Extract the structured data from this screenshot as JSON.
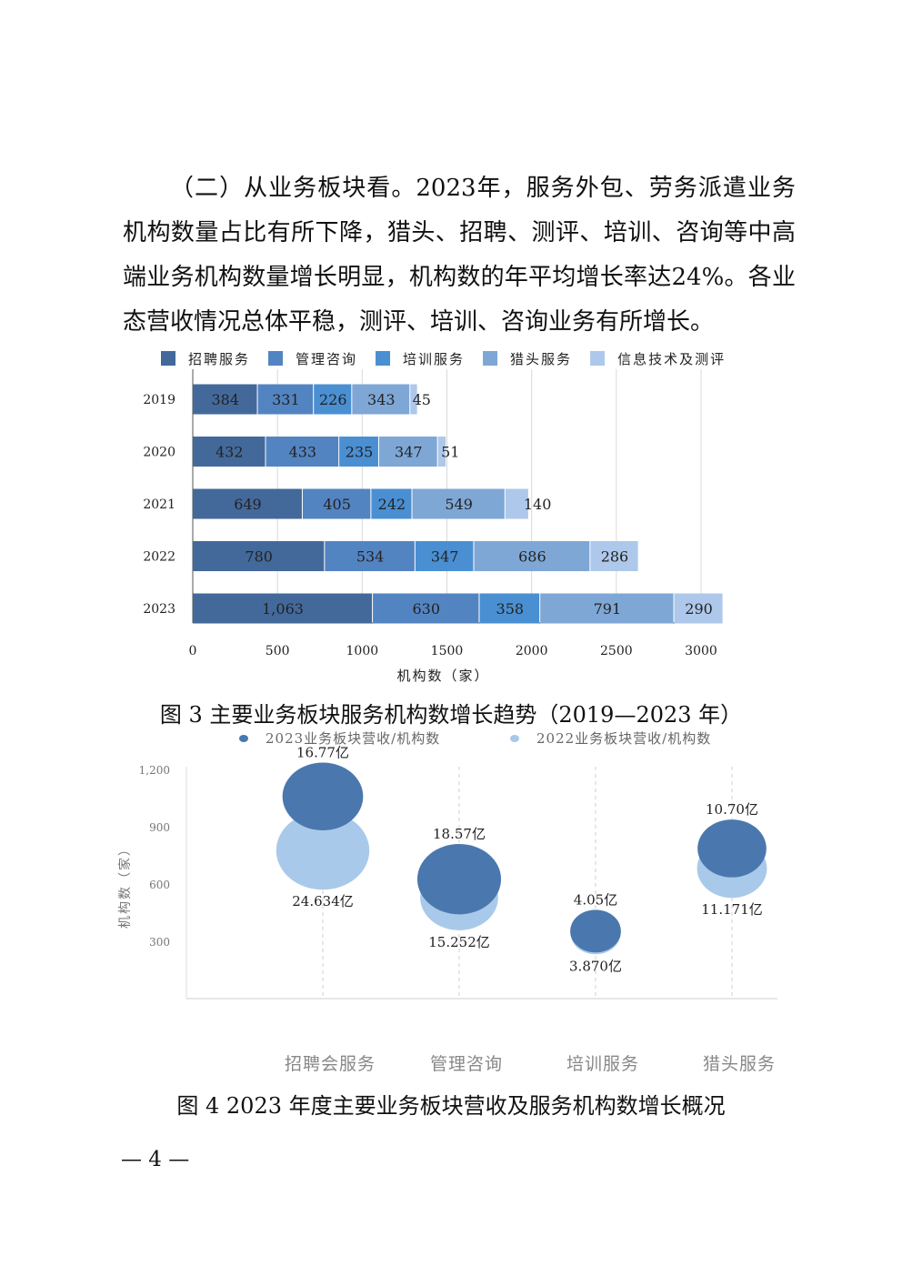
{
  "body": {
    "paragraph": "（二）从业务板块看。2023年，服务外包、劳务派遣业务机构数量占比有所下降，猎头、招聘、测评、培训、咨询等中高端业务机构数量增长明显，机构数的年平均增长率达24%。各业态营收情况总体平稳，测评、培训、咨询业务有所增长。"
  },
  "figure3": {
    "caption": "图 3  主要业务板块服务机构数增长趋势（2019—2023 年）"
  },
  "figure4": {
    "caption": "图 4   2023 年度主要业务板块营收及服务机构数增长概况"
  },
  "page_number": "— 4 —",
  "chart_data": [
    {
      "type": "bar",
      "orientation": "horizontal",
      "stacked": true,
      "categories": [
        "2019",
        "2020",
        "2021",
        "2022",
        "2023"
      ],
      "series": [
        {
          "name": "招聘服务",
          "color": "#43699B",
          "values": [
            384,
            432,
            649,
            780,
            1063
          ],
          "labels": [
            "384",
            "432",
            "649",
            "780",
            "1,063"
          ]
        },
        {
          "name": "管理咨询",
          "color": "#5384C2",
          "values": [
            331,
            433,
            405,
            534,
            630
          ],
          "labels": [
            "331",
            "433",
            "405",
            "534",
            "630"
          ]
        },
        {
          "name": "培训服务",
          "color": "#4A8FD2",
          "values": [
            226,
            235,
            242,
            347,
            358
          ],
          "labels": [
            "226",
            "235",
            "242",
            "347",
            "358"
          ]
        },
        {
          "name": "猎头服务",
          "color": "#7EA7D6",
          "values": [
            343,
            347,
            549,
            686,
            791
          ],
          "labels": [
            "343",
            "347",
            "549",
            "686",
            "791"
          ]
        },
        {
          "name": "信息技术及测评",
          "color": "#ADC8EA",
          "values": [
            45,
            51,
            140,
            286,
            290
          ],
          "labels": [
            "45",
            "51",
            "140",
            "286",
            "290"
          ]
        }
      ],
      "xlim": [
        0,
        3000
      ],
      "xticks": [
        0,
        500,
        1000,
        1500,
        2000,
        2500,
        3000
      ],
      "xlabel": "机构数（家）",
      "legend": "top",
      "grid": "vertical"
    },
    {
      "type": "scatter",
      "subtype": "bubble",
      "categories": [
        "招聘会服务",
        "管理咨询",
        "培训服务",
        "猎头服务"
      ],
      "series": [
        {
          "name": "2023业务板块营收/机构数",
          "color": "#4A78AE",
          "y": [
            1063,
            630,
            358,
            791
          ],
          "revenue": [
            16.77,
            18.57,
            4.05,
            10.7
          ],
          "labels": [
            "16.77亿",
            "18.57亿",
            "4.05亿",
            "10.70亿"
          ]
        },
        {
          "name": "2022业务板块营收/机构数",
          "color": "#A9C9EA",
          "y": [
            780,
            534,
            347,
            686
          ],
          "revenue": [
            24.634,
            15.252,
            3.87,
            11.171
          ],
          "labels": [
            "24.634亿",
            "15.252亿",
            "3.870亿",
            "11.171亿"
          ]
        }
      ],
      "ylim": [
        0,
        1200
      ],
      "yticks": [
        "300",
        "600",
        "900",
        "1,200"
      ],
      "ylabel": "机构数（家）",
      "legend": "top",
      "grid": "vertical"
    }
  ]
}
